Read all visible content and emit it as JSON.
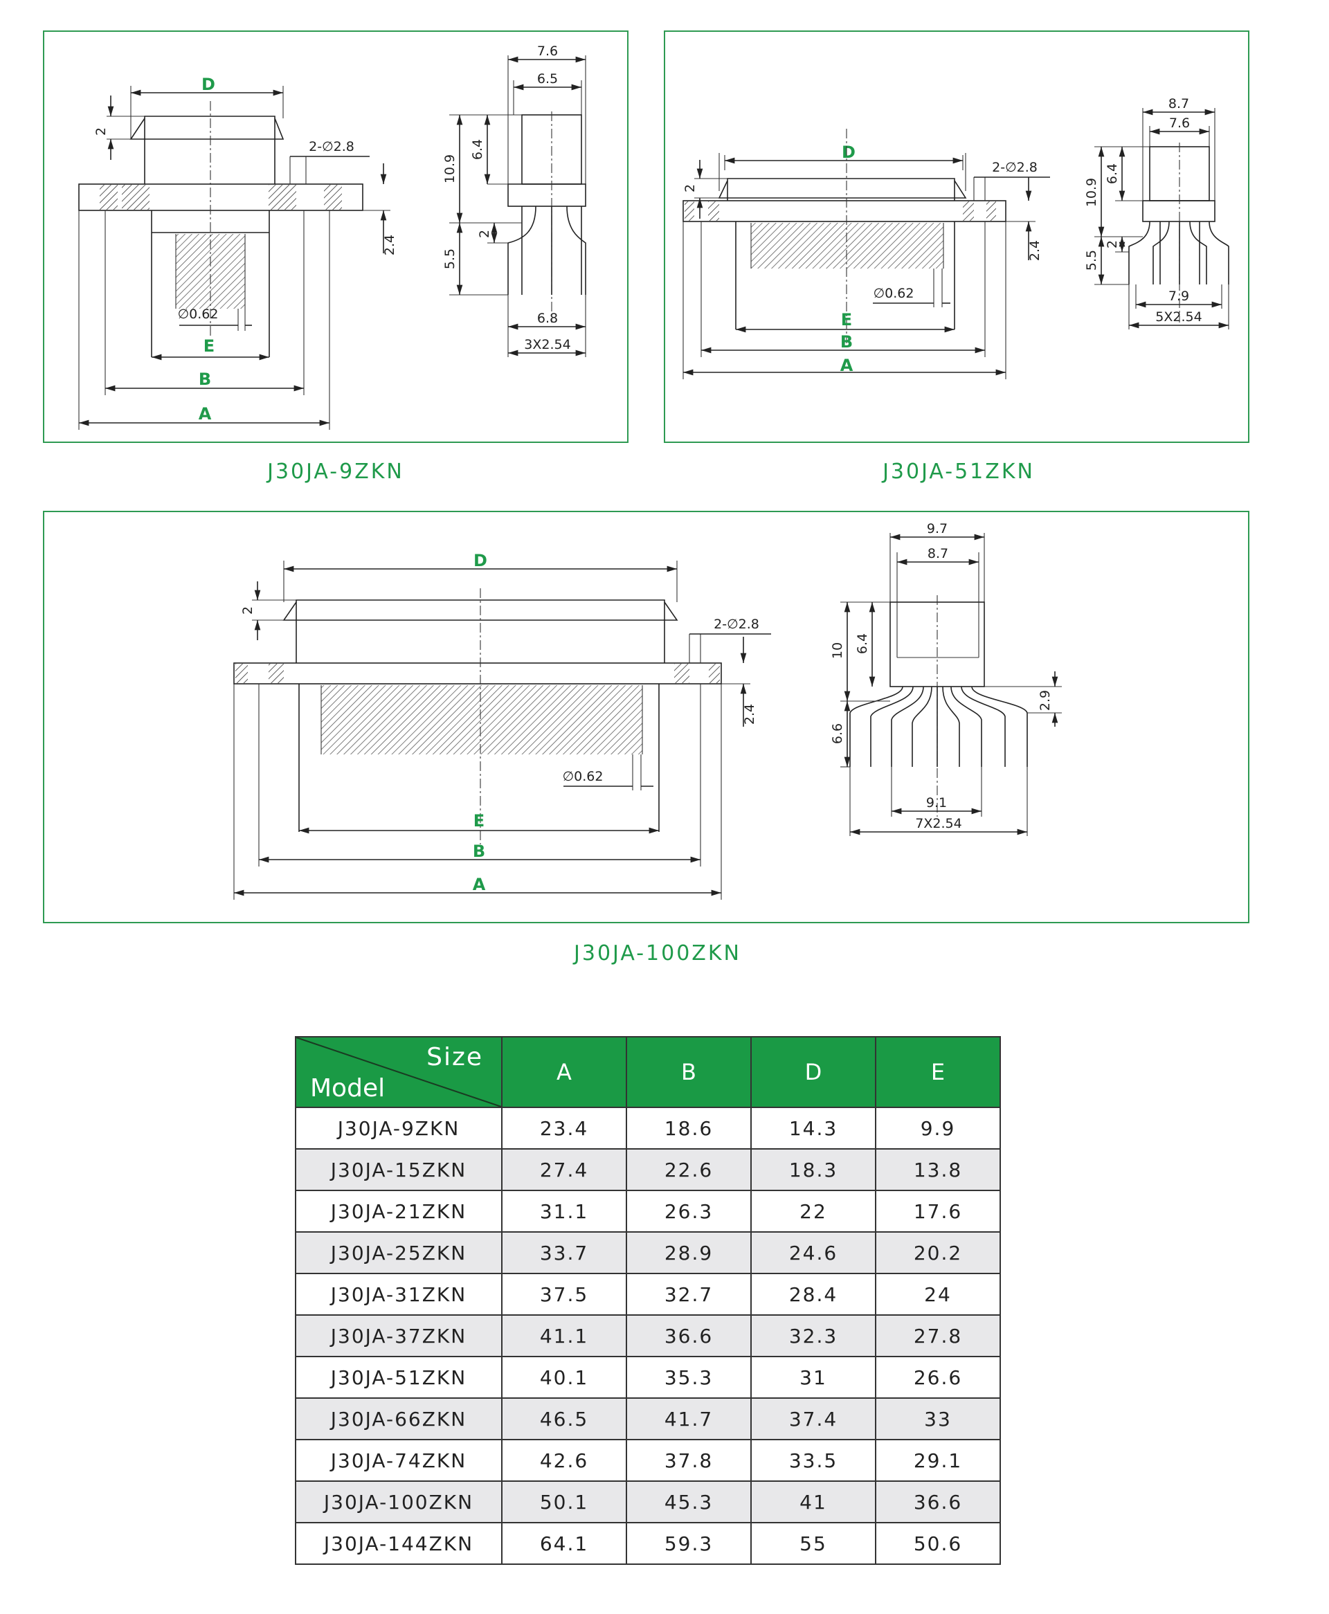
{
  "diagrams": [
    {
      "caption": "J30JA-9ZKN",
      "front": {
        "top_label": "D",
        "height_flange": "2",
        "holes": "2-∅2.8",
        "thickness": "2.4",
        "pin": "∅0.62",
        "label_e": "E",
        "label_b": "B",
        "label_a": "A"
      },
      "side": {
        "w1": "7.6",
        "w2": "6.5",
        "h_total": "10.9",
        "h_upper": "6.4",
        "h_lower": "5.5",
        "h_step": "2",
        "pin_span": "6.8",
        "pitch": "3X2.54"
      }
    },
    {
      "caption": "J30JA-51ZKN",
      "front": {
        "top_label": "D",
        "height_flange": "2",
        "holes": "2-∅2.8",
        "thickness": "2.4",
        "pin": "∅0.62",
        "label_e": "E",
        "label_b": "B",
        "label_a": "A"
      },
      "side": {
        "w1": "8.7",
        "w2": "7.6",
        "h_total": "10.9",
        "h_upper": "6.4",
        "h_lower": "5.5",
        "h_step": "2",
        "pin_span": "7.9",
        "pitch": "5X2.54"
      }
    },
    {
      "caption": "J30JA-100ZKN",
      "front": {
        "top_label": "D",
        "height_flange": "2",
        "holes": "2-∅2.8",
        "thickness": "2.4",
        "pin": "∅0.62",
        "label_e": "E",
        "label_b": "B",
        "label_a": "A"
      },
      "side": {
        "w1": "9.7",
        "w2": "8.7",
        "h_total": "10",
        "h_upper": "6.4",
        "h_lower": "6.6",
        "h_step": "2.9",
        "pin_span": "9.1",
        "pitch": "7X2.54"
      }
    }
  ],
  "table": {
    "corner_size": "Size",
    "corner_model": "Model",
    "columns": [
      "A",
      "B",
      "D",
      "E"
    ],
    "rows": [
      [
        "J30JA-9ZKN",
        "23.4",
        "18.6",
        "14.3",
        "9.9"
      ],
      [
        "J30JA-15ZKN",
        "27.4",
        "22.6",
        "18.3",
        "13.8"
      ],
      [
        "J30JA-21ZKN",
        "31.1",
        "26.3",
        "22",
        "17.6"
      ],
      [
        "J30JA-25ZKN",
        "33.7",
        "28.9",
        "24.6",
        "20.2"
      ],
      [
        "J30JA-31ZKN",
        "37.5",
        "32.7",
        "28.4",
        "24"
      ],
      [
        "J30JA-37ZKN",
        "41.1",
        "36.6",
        "32.3",
        "27.8"
      ],
      [
        "J30JA-51ZKN",
        "40.1",
        "35.3",
        "31",
        "26.6"
      ],
      [
        "J30JA-66ZKN",
        "46.5",
        "41.7",
        "37.4",
        "33"
      ],
      [
        "J30JA-74ZKN",
        "42.6",
        "37.8",
        "33.5",
        "29.1"
      ],
      [
        "J30JA-100ZKN",
        "50.1",
        "45.3",
        "41",
        "36.6"
      ],
      [
        "J30JA-144ZKN",
        "64.1",
        "59.3",
        "55",
        "50.6"
      ]
    ]
  }
}
